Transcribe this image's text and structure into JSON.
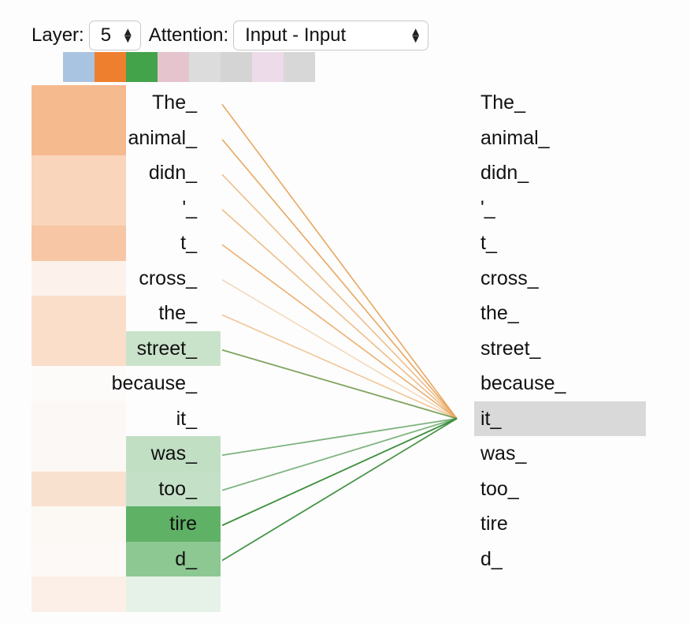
{
  "controls": {
    "layer_label": "Layer:",
    "layer_value": "5",
    "attention_label": "Attention:",
    "attention_value": "Input - Input"
  },
  "palette": [
    "#a9c4e0",
    "#ee7f2e",
    "#43a34b",
    "#e5c4cd",
    "#dcdcdc",
    "#d4d4d4",
    "#eedbe9",
    "#d7d7d7"
  ],
  "selected_token_index": 9,
  "tokens": [
    "The_",
    "animal_",
    "didn_",
    "'_",
    "t_",
    "cross_",
    "the_",
    "street_",
    "because_",
    "it_",
    "was_",
    "too_",
    "tire",
    "d_"
  ],
  "attention": {
    "orange_head": [
      0.75,
      0.75,
      0.45,
      0.45,
      0.6,
      0.12,
      0.35,
      0.35,
      0.02,
      0.05,
      0.05,
      0.3,
      0.06,
      0.04,
      0.15
    ],
    "green_head": [
      0,
      0,
      0,
      0,
      0,
      0,
      0,
      0.28,
      0,
      0,
      0.32,
      0.3,
      0.85,
      0.6,
      0.12
    ]
  },
  "colors": {
    "orange": "#f3a36a",
    "green": "#43a34b",
    "highlight": "#d9d9d9",
    "line_orange": "#e9a760",
    "line_green": "#3e8e3e"
  }
}
